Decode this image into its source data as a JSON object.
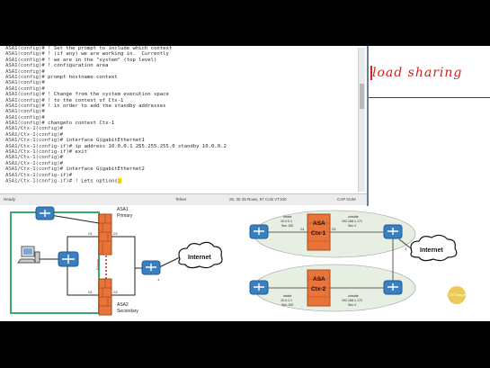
{
  "terminal": {
    "lines": [
      {
        "prompt": "ASA1(config)#",
        "cmd": " ! Set the prompt to include which context"
      },
      {
        "prompt": "ASA1(config)#",
        "cmd": " ! (if any) we are working in.  Currently"
      },
      {
        "prompt": "ASA1(config)#",
        "cmd": " ! we are in the \"system\" (top level)"
      },
      {
        "prompt": "ASA1(config)#",
        "cmd": " ! configuration area"
      },
      {
        "prompt": "ASA1(config)#",
        "cmd": ""
      },
      {
        "prompt": "ASA1(config)#",
        "cmd": " prompt hostname context"
      },
      {
        "prompt": "ASA1(config)#",
        "cmd": ""
      },
      {
        "prompt": "ASA1(config)#",
        "cmd": ""
      },
      {
        "prompt": "ASA1(config)#",
        "cmd": " ! Change from the system execution space"
      },
      {
        "prompt": "ASA1(config)#",
        "cmd": " ! to the context of Ctx-1"
      },
      {
        "prompt": "ASA1(config)#",
        "cmd": " ! in order to add the standby addresses"
      },
      {
        "prompt": "ASA1(config)#",
        "cmd": ""
      },
      {
        "prompt": "ASA1(config)#",
        "cmd": ""
      },
      {
        "prompt": "ASA1(config)#",
        "cmd": " changeto context Ctx-1"
      },
      {
        "prompt": "ASA1/Ctx-1(config)#",
        "cmd": ""
      },
      {
        "prompt": "ASA1/Ctx-1(config)#",
        "cmd": ""
      },
      {
        "prompt": "ASA1/Ctx-1(config)#",
        "cmd": " interface GigabitEthernet1"
      },
      {
        "prompt": "ASA1/Ctx-1(config-if)#",
        "cmd": " ip address 10.0.0.1 255.255.255.0 standby 10.0.0.2"
      },
      {
        "prompt": "ASA1/Ctx-1(config-if)#",
        "cmd": " exit"
      },
      {
        "prompt": "ASA1/Ctx-1(config)#",
        "cmd": ""
      },
      {
        "prompt": "ASA1/Ctx-1(config)#",
        "cmd": ""
      },
      {
        "prompt": "ASA1/Ctx-1(config)#",
        "cmd": " interface GigabitEthernet2"
      },
      {
        "prompt": "ASA1/Ctx-1(config-if)#",
        "cmd": ""
      },
      {
        "prompt": "ASA1/Ctx-1(config-if)#",
        "cmd": " ! Lets options"
      }
    ],
    "status": {
      "ready": "Ready",
      "protocol": "Telnet",
      "position": "26, 30  25 Rows, 97 Cols  VT100",
      "caps": "CAP  NUM"
    }
  },
  "annotation": {
    "text": "load sharing",
    "color": "#cc2222"
  },
  "left_diagram": {
    "asa1_label": "ASA1",
    "asa1_role": "Primary",
    "asa2_label": "ASA2",
    "asa2_role": "Secondary",
    "internet": "Internet",
    "port_a1": "G1",
    "port_b1": "G2",
    "port_a2": "G1",
    "port_b2": "G2",
    "failover_link": "Failover",
    "dot": ".1"
  },
  "right_diagram": {
    "ctx1_top": "ASA",
    "ctx1_bottom": "Ctx-1",
    "ctx2_top": "ASA",
    "ctx2_bottom": "Ctx-2",
    "internet": "Internet",
    "ctx1_inside_label": "inside",
    "ctx1_inside_ip": "10.0.0.1",
    "ctx1_inside_sec": "Sec 100",
    "ctx1_outside_label": "outside",
    "ctx1_outside_ip": "192.168.1.171",
    "ctx1_outside_sec": "Sec 0",
    "ctx2_inside_label": "inside",
    "ctx2_inside_ip": "10.0.1.1",
    "ctx2_inside_sec": "Sec 100",
    "ctx2_outside_label": "outside",
    "ctx2_outside_ip": "192.168.1.172",
    "ctx2_outside_sec": "Sec 0",
    "port_g1": "G1",
    "port_g2": "G2",
    "dot": ".1",
    "logo": "CBT Nuggets"
  }
}
